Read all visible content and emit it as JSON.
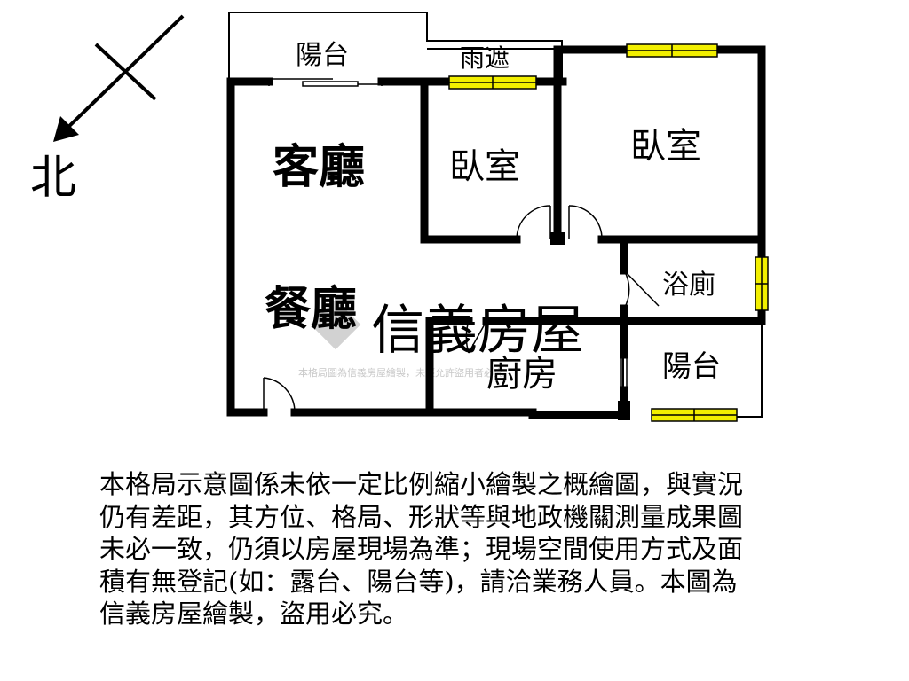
{
  "compass": {
    "label": "北"
  },
  "rooms": {
    "balcony_top": "陽台",
    "canopy": "雨遮",
    "living_room": "客廳",
    "bedroom_small": "臥室",
    "bedroom_large": "臥室",
    "dining_room": "餐廳",
    "bathroom": "浴廁",
    "kitchen": "廚房",
    "balcony_bottom": "陽台"
  },
  "watermark": {
    "brand": "信義房屋",
    "fine_print": "本格局圖為信義房屋繪製，未經允許盜用者必究"
  },
  "disclaimer": {
    "lines": [
      "本格局示意圖係未依一定比例縮小繪製之概繪圖，與實況",
      "仍有差距，其方位、格局、形狀等與地政機關測量成果圖",
      "未必一致，仍須以房屋現場為準；現場空間使用方式及面",
      "積有無登記(如：露台、陽台等)，請洽業務人員。本圖為",
      "信義房屋繪製，盜用必究。"
    ]
  },
  "colors": {
    "wall": "#000000",
    "window": "#f2ef00",
    "page": "#ffffff",
    "watermark": "#d2d2d2"
  }
}
